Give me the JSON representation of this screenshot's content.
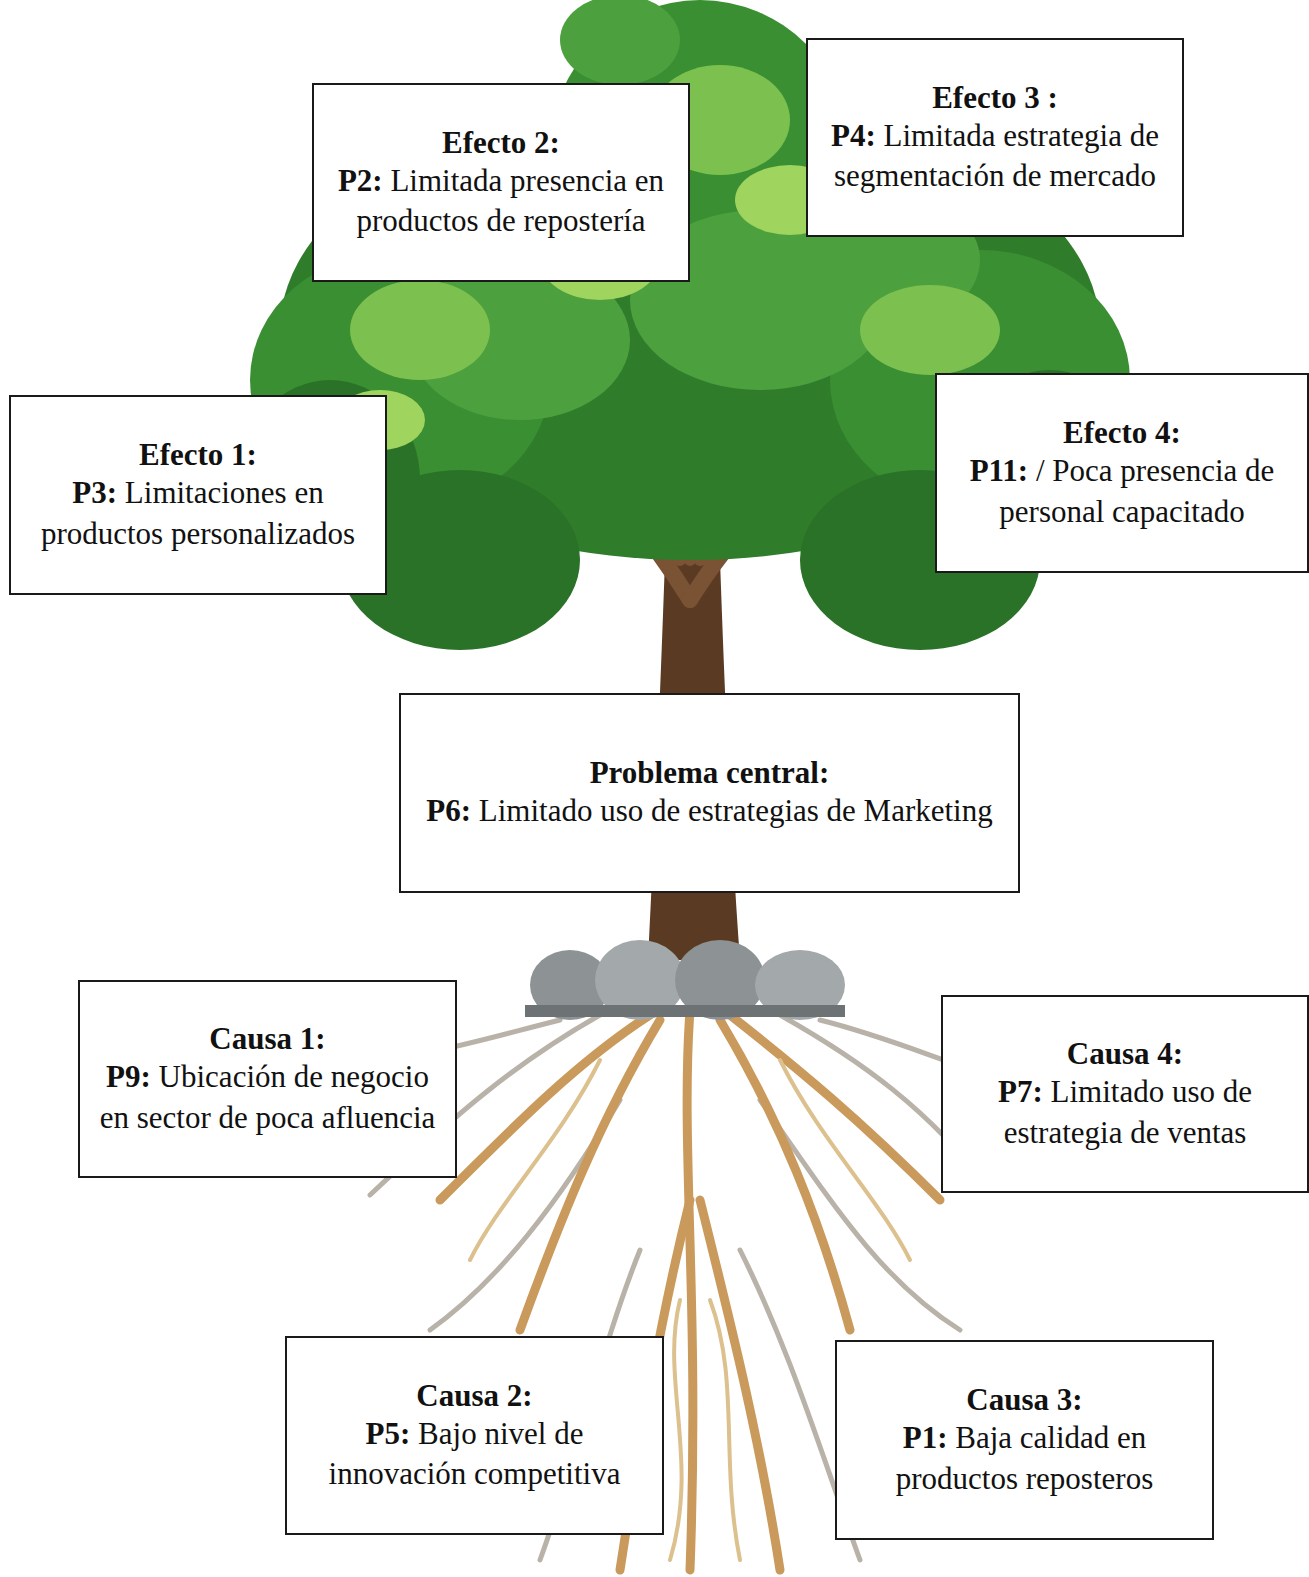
{
  "diagram": {
    "nodes": [
      {
        "text": [
          "Efecto 2:",
          "P2:",
          "Limitada presencia en productos de repostería"
        ]
      },
      {
        "text": [
          "Efecto 3 :",
          "P4:",
          "Limitada estrategia de segmentación de mercado"
        ]
      },
      {
        "text": [
          "Efecto 1:",
          "P3:",
          "Limitaciones en productos personalizados"
        ]
      },
      {
        "text": [
          "Efecto 4:",
          "P11:",
          "/ Poca presencia de personal capacitado"
        ]
      },
      {
        "text": [
          "Problema central:",
          "P6:",
          "Limitado uso de estrategias de Marketing"
        ]
      },
      {
        "text": [
          "Causa 1:",
          "P9:",
          "Ubicación de negocio en sector de poca afluencia"
        ]
      },
      {
        "text": [
          "Causa 4:",
          "P7:",
          "Limitado uso de estrategia de ventas"
        ]
      },
      {
        "text": [
          "Causa 2:",
          "P5:",
          "Bajo nivel de innovación competitiva"
        ]
      },
      {
        "text": [
          "Causa 3:",
          "P1:",
          "Baja calidad en productos reposteros"
        ]
      }
    ]
  }
}
